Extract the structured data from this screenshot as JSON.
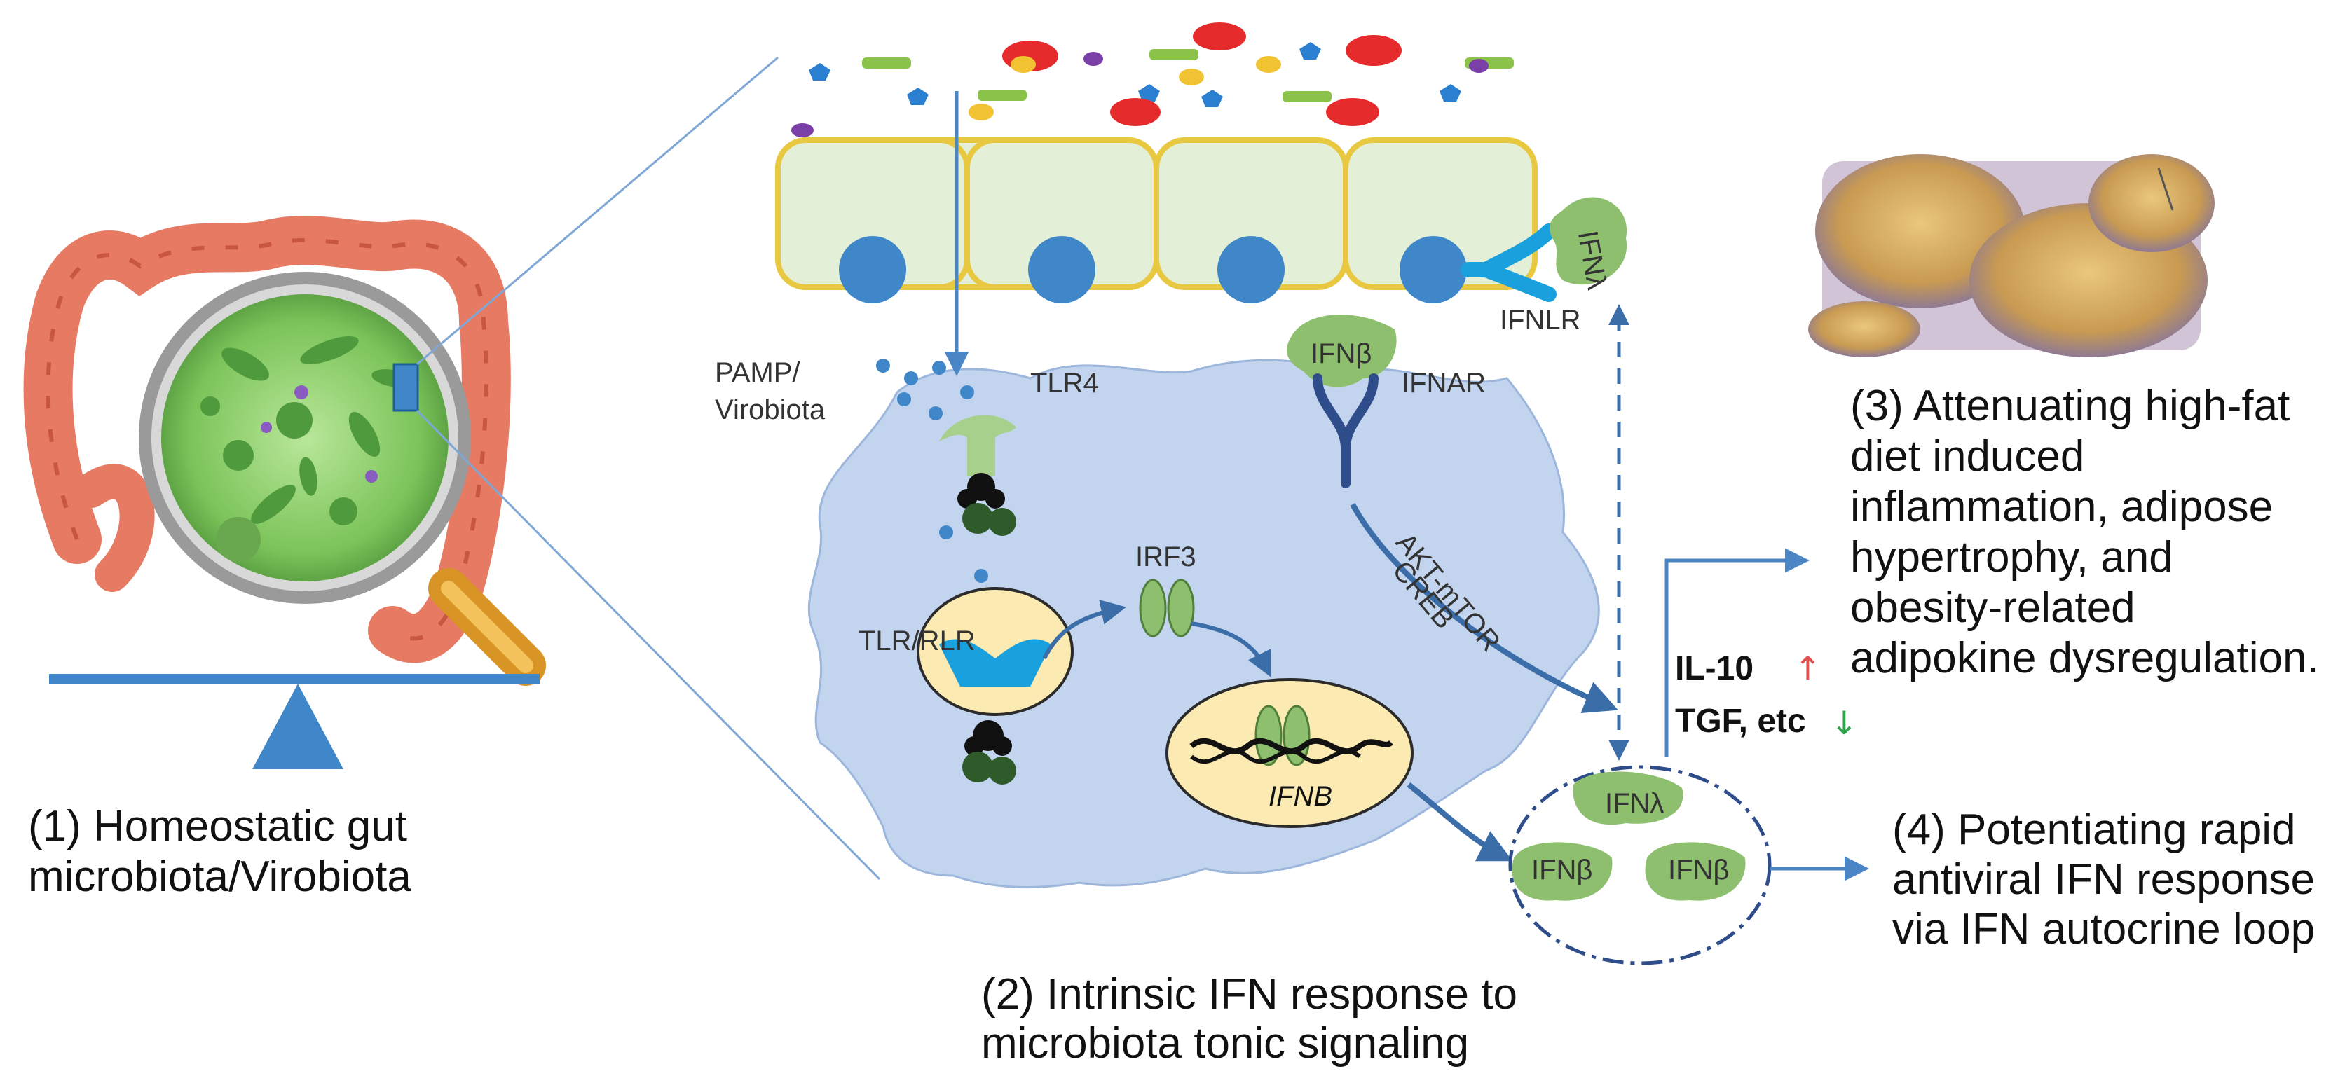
{
  "panel1": {
    "caption_line1": "(1) Homeostatic gut",
    "caption_line2": "microbiota/Virobiota"
  },
  "panel2": {
    "caption_line1": "(2) Intrinsic IFN response to",
    "caption_line2": "microbiota tonic signaling",
    "labels": {
      "pamp_line1": "PAMP/",
      "pamp_line2": "Virobiota",
      "tlr4": "TLR4",
      "tlr_rlr": "TLR/RLR",
      "irf3": "IRF3",
      "ifnb_gene": "IFNB",
      "ifnb_receptor_ligand": "IFNβ",
      "ifnar": "IFNAR",
      "ifnl_ligand": "IFNλ",
      "ifnlr": "IFNLR",
      "pathway_line1": "AKT-mTOR",
      "pathway_line2": "CREB",
      "il10": "IL-10",
      "tgf": "TGF, etc",
      "up_arrow": "↑",
      "down_arrow": "↓",
      "loop_ifnl": "IFNλ",
      "loop_ifnb_left": "IFNβ",
      "loop_ifnb_right": "IFNβ"
    }
  },
  "panel3": {
    "caption_line1": "(3) Attenuating high-fat",
    "caption_line2": "diet induced",
    "caption_line3": "inflammation, adipose",
    "caption_line4": "hypertrophy, and",
    "caption_line5": "obesity-related",
    "caption_line6": "adipokine dysregulation."
  },
  "panel4": {
    "caption_line1": "(4) Potentiating rapid",
    "caption_line2": "antiviral IFN response",
    "caption_line3": "via IFN autocrine loop"
  },
  "colors": {
    "arrow": "#4a86c5",
    "cell": "#c3d4ee",
    "epithelium": "#e3efd6",
    "epithelium_border": "#e8c840",
    "nucleus": "#3f87c9",
    "ligand_green": "#8dbf6e",
    "dark_green": "#2f5a2a",
    "receptor_blue": "#1aa0dd",
    "gut_red": "#e77a62",
    "microbiota_green": "#8cd36a",
    "up_red": "#e05050",
    "down_green": "#2ea34a"
  }
}
